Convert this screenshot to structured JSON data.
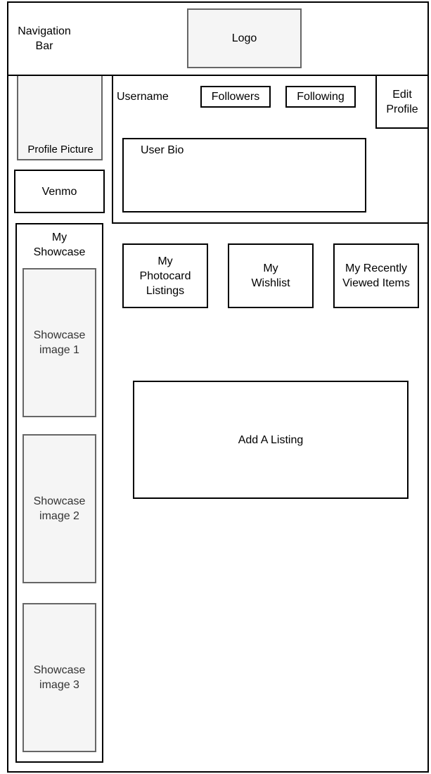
{
  "header": {
    "nav_label": "Navigation\nBar",
    "logo_label": "Logo"
  },
  "profile": {
    "picture_label": "Profile Picture",
    "venmo_label": "Venmo",
    "username_label": "Username",
    "followers_label": "Followers",
    "following_label": "Following",
    "edit_profile_label": "Edit\nProfile",
    "bio_label": "User Bio"
  },
  "showcase": {
    "title": "My\nShowcase",
    "images": [
      {
        "label": "Showcase\nimage 1"
      },
      {
        "label": "Showcase\nimage 2"
      },
      {
        "label": "Showcase\nimage 3"
      }
    ]
  },
  "tabs": [
    {
      "label": "My\nPhotocard\nListings"
    },
    {
      "label": "My\nWishlist"
    },
    {
      "label": "My Recently\nViewed Items"
    }
  ],
  "main": {
    "add_listing_label": "Add A Listing"
  }
}
